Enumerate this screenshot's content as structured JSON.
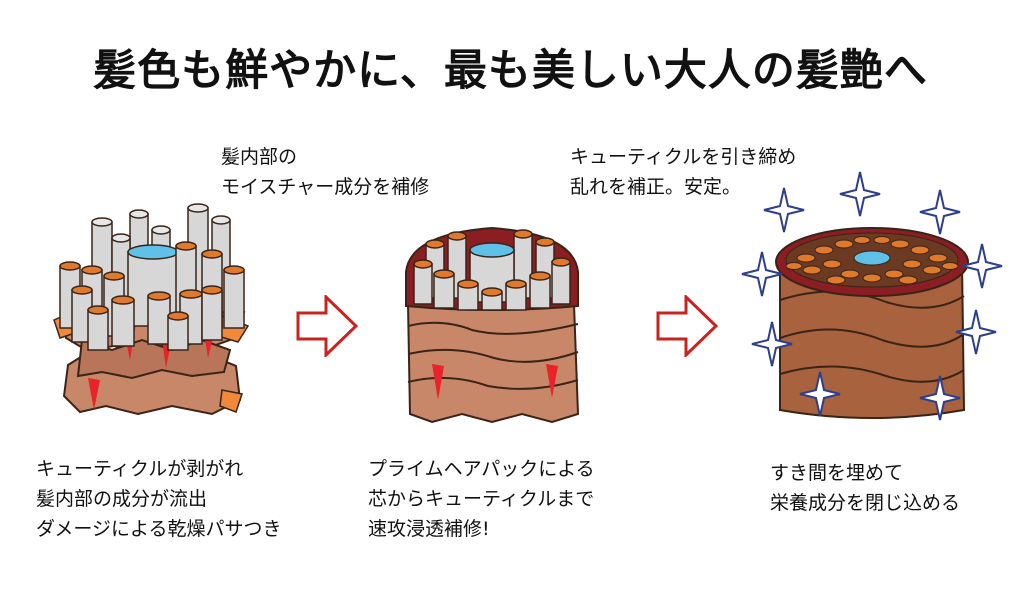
{
  "title": "髪色も鮮やかに、最も美しい大人の髪艶へ",
  "stages": [
    {
      "top_caption": [],
      "bottom_caption": [
        "キューティクルが剥がれ",
        "髪内部の成分が流出",
        "ダメージによる乾燥パサつき"
      ],
      "illustration": "damaged-hair-cross-section"
    },
    {
      "top_caption": [
        "髪内部の",
        "モイスチャー成分を補修"
      ],
      "bottom_caption": [
        "プライムヘアパックによる",
        "芯からキューティクルまで",
        "速攻浸透補修!"
      ],
      "illustration": "repairing-hair-cross-section"
    },
    {
      "top_caption": [
        "キューティクルを引き締め",
        "乱れを補正。安定。"
      ],
      "bottom_caption": [
        "すき間を埋めて",
        "栄養成分を閉じ込める"
      ],
      "illustration": "healthy-hair-cross-section"
    }
  ],
  "arrows": [
    "arrow-right-icon",
    "arrow-right-icon"
  ],
  "colors": {
    "cuticle": "#c9876a",
    "cuticle_outline": "#3a2418",
    "fiber_body": "#d7d7d7",
    "fiber_top": "#e07a2a",
    "medulla": "#5fc0e8",
    "damage": "#e8232a",
    "arrow_outline": "#c8231e",
    "sparkle": "#2d3f8a"
  }
}
